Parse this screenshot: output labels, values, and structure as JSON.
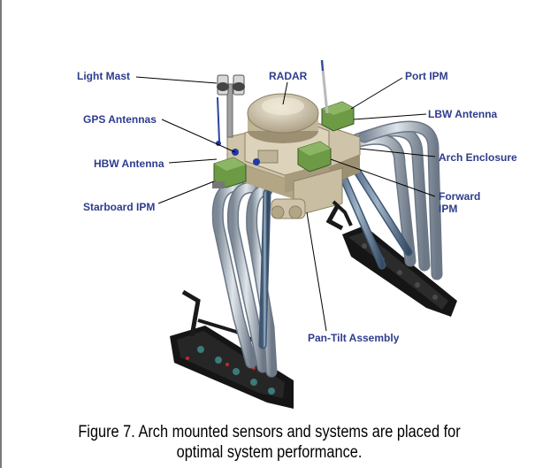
{
  "labels": {
    "light_mast": "Light Mast",
    "radar": "RADAR",
    "port_ipm": "Port IPM",
    "gps_antennas": "GPS Antennas",
    "lbw_antenna": "LBW Antenna",
    "hbw_antenna": "HBW Antenna",
    "arch_enclosure": "Arch Enclosure",
    "starboard_ipm": "Starboard IPM",
    "forward_ipm": "Forward\nIPM",
    "pan_tilt": "Pan-Tilt Assembly"
  },
  "caption": {
    "line1": "Figure 7.  Arch mounted sensors and systems are placed for",
    "line2": "optimal system performance."
  },
  "colors": {
    "label_text": "#2e3c8c",
    "tube": "#b9c2cc",
    "tube_shade": "#6a7686",
    "body": "#d6ccb4",
    "body_shade": "#9c8f72",
    "ipm_green": "#5e8a3a",
    "track": "#141414"
  }
}
